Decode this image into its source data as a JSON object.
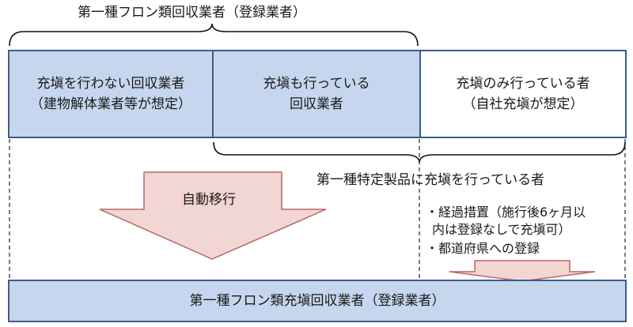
{
  "top_brace_label": "第一種フロン類回収業者（登録業者）",
  "boxes": {
    "no_fill": {
      "line1": "充塡を行わない回収業者",
      "line2": "（建物解体業者等が想定）"
    },
    "with_fill": {
      "line1": "充塡も行っている",
      "line2": "回収業者"
    },
    "fill_only": {
      "line1": "充塡のみ行っている者",
      "line2": "（自社充塡が想定）"
    }
  },
  "mid_brace_label": "第一種特定製品に充塡を行っている者",
  "auto_transition_label": "自動移行",
  "notes": {
    "note1_line1": "・経過措置（施行後6ヶ月以",
    "note1_line2": "内は登録なしで充塡可）",
    "note2": "・都道府県への登録"
  },
  "bottom_box_label": "第一種フロン類充塡回収業者（登録業者）",
  "colors": {
    "box_fill": "#c6d6ee",
    "box_border": "#3b5c8a",
    "arrow_fill": "#f2d6d4",
    "arrow_stroke": "#b56a66"
  }
}
